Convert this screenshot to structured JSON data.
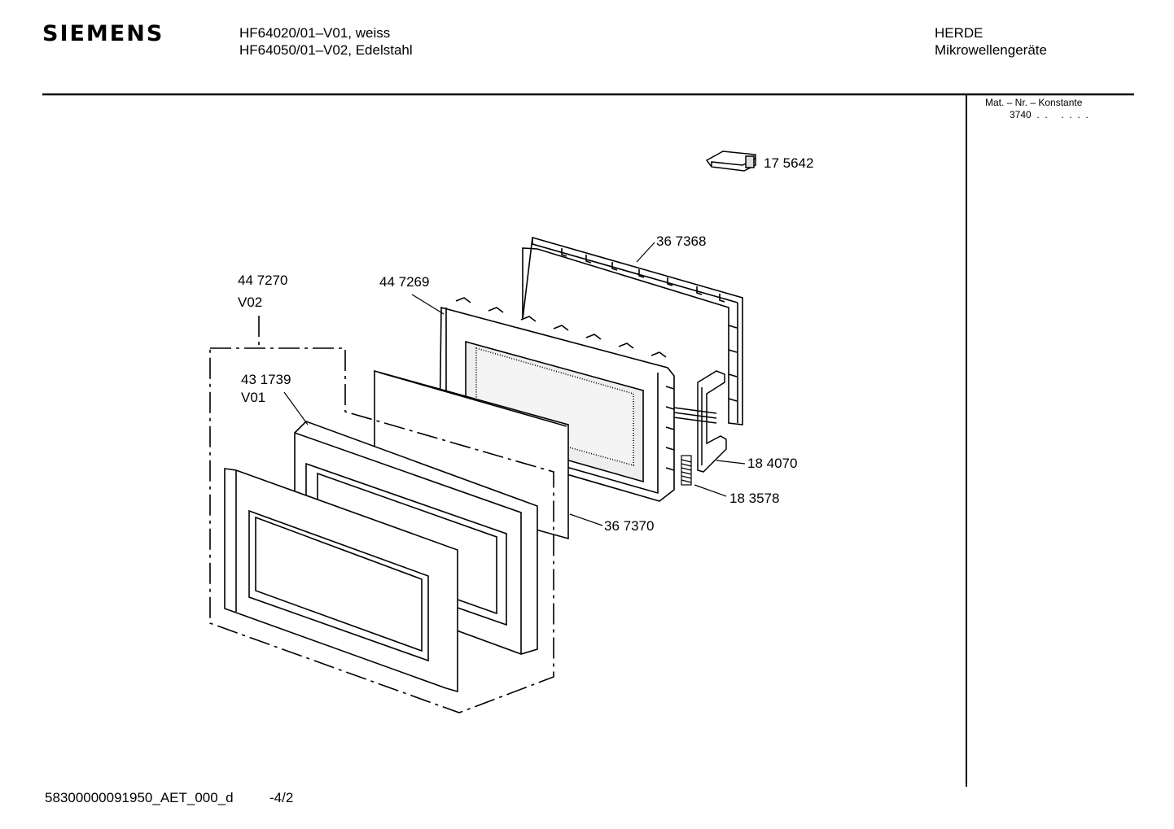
{
  "header": {
    "brand": "SIEMENS",
    "model_line_1": "HF64020/01–V01, weiss",
    "model_line_2": "HF64050/01–V02, Edelstahl",
    "category_line_1": "HERDE",
    "category_line_2": "Mikrowellengeräte"
  },
  "side_panel": {
    "caption": "Mat. – Nr. – Konstante",
    "value": "3740  .  .     .  .  .  ."
  },
  "parts": [
    {
      "id": "p175642",
      "number": "17 5642"
    },
    {
      "id": "p367368",
      "number": "36 7368"
    },
    {
      "id": "p447270",
      "number": "44 7270",
      "variant": "V02"
    },
    {
      "id": "p447269",
      "number": "44 7269"
    },
    {
      "id": "p431739",
      "number": "43 1739",
      "variant": "V01"
    },
    {
      "id": "p184070",
      "number": "18 4070"
    },
    {
      "id": "p183578",
      "number": "18 3578"
    },
    {
      "id": "p367370",
      "number": "36 7370"
    }
  ],
  "footer": {
    "doc_id": "58300000091950_AET_000_d",
    "page": "-4/2"
  }
}
